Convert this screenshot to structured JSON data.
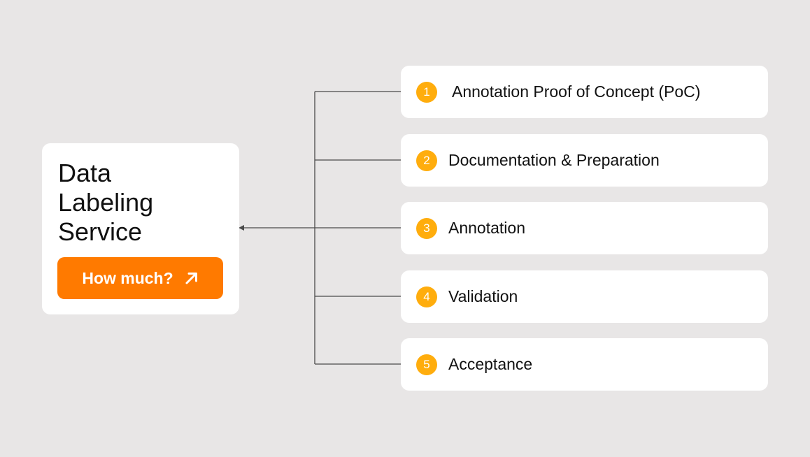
{
  "service": {
    "title": "Data\nLabeling\nService",
    "cta_label": "How much?"
  },
  "steps": [
    {
      "number": "1",
      "label": "Annotation Proof of Concept (PoC)"
    },
    {
      "number": "2",
      "label": "Documentation & Preparation"
    },
    {
      "number": "3",
      "label": "Annotation"
    },
    {
      "number": "4",
      "label": "Validation"
    },
    {
      "number": "5",
      "label": "Acceptance"
    }
  ],
  "colors": {
    "background": "#e8e6e6",
    "card": "#ffffff",
    "accent_orange": "#ff7a00",
    "badge_yellow": "#ffad0d",
    "connector": "#4a4a4a"
  }
}
